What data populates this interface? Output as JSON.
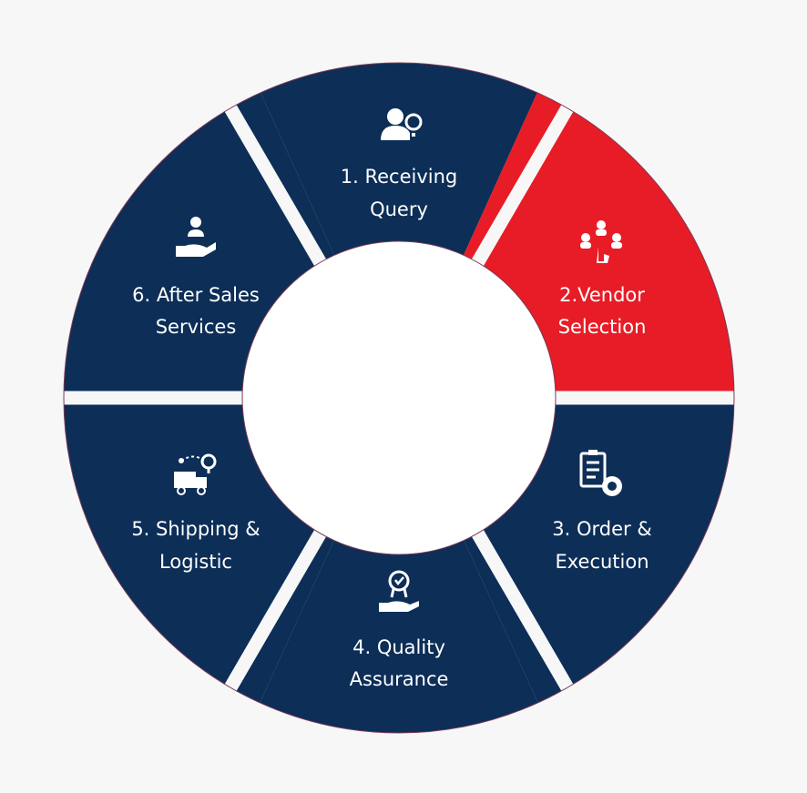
{
  "colors": {
    "background": "#f7f7f8",
    "navy": "#0c2e57",
    "red": "#e81c26",
    "gap": "#f7f7f8",
    "center": "#ffffff",
    "label": "#ffffff"
  },
  "steps": [
    {
      "line1": "1. Receiving",
      "line2": "Query",
      "icon": "user-question-icon",
      "highlighted": false
    },
    {
      "line1": "2.Vendor",
      "line2": "Selection",
      "icon": "vendor-network-icon",
      "highlighted": true
    },
    {
      "line1": "3. Order &",
      "line2": "Execution",
      "icon": "checklist-gear-icon",
      "highlighted": false
    },
    {
      "line1": "4. Quality",
      "line2": "Assurance",
      "icon": "award-hand-icon",
      "highlighted": false
    },
    {
      "line1": "5. Shipping &",
      "line2": "Logistic",
      "icon": "delivery-truck-icon",
      "highlighted": false
    },
    {
      "line1": "6. After Sales",
      "line2": "Services",
      "icon": "care-hand-icon",
      "highlighted": false
    }
  ]
}
